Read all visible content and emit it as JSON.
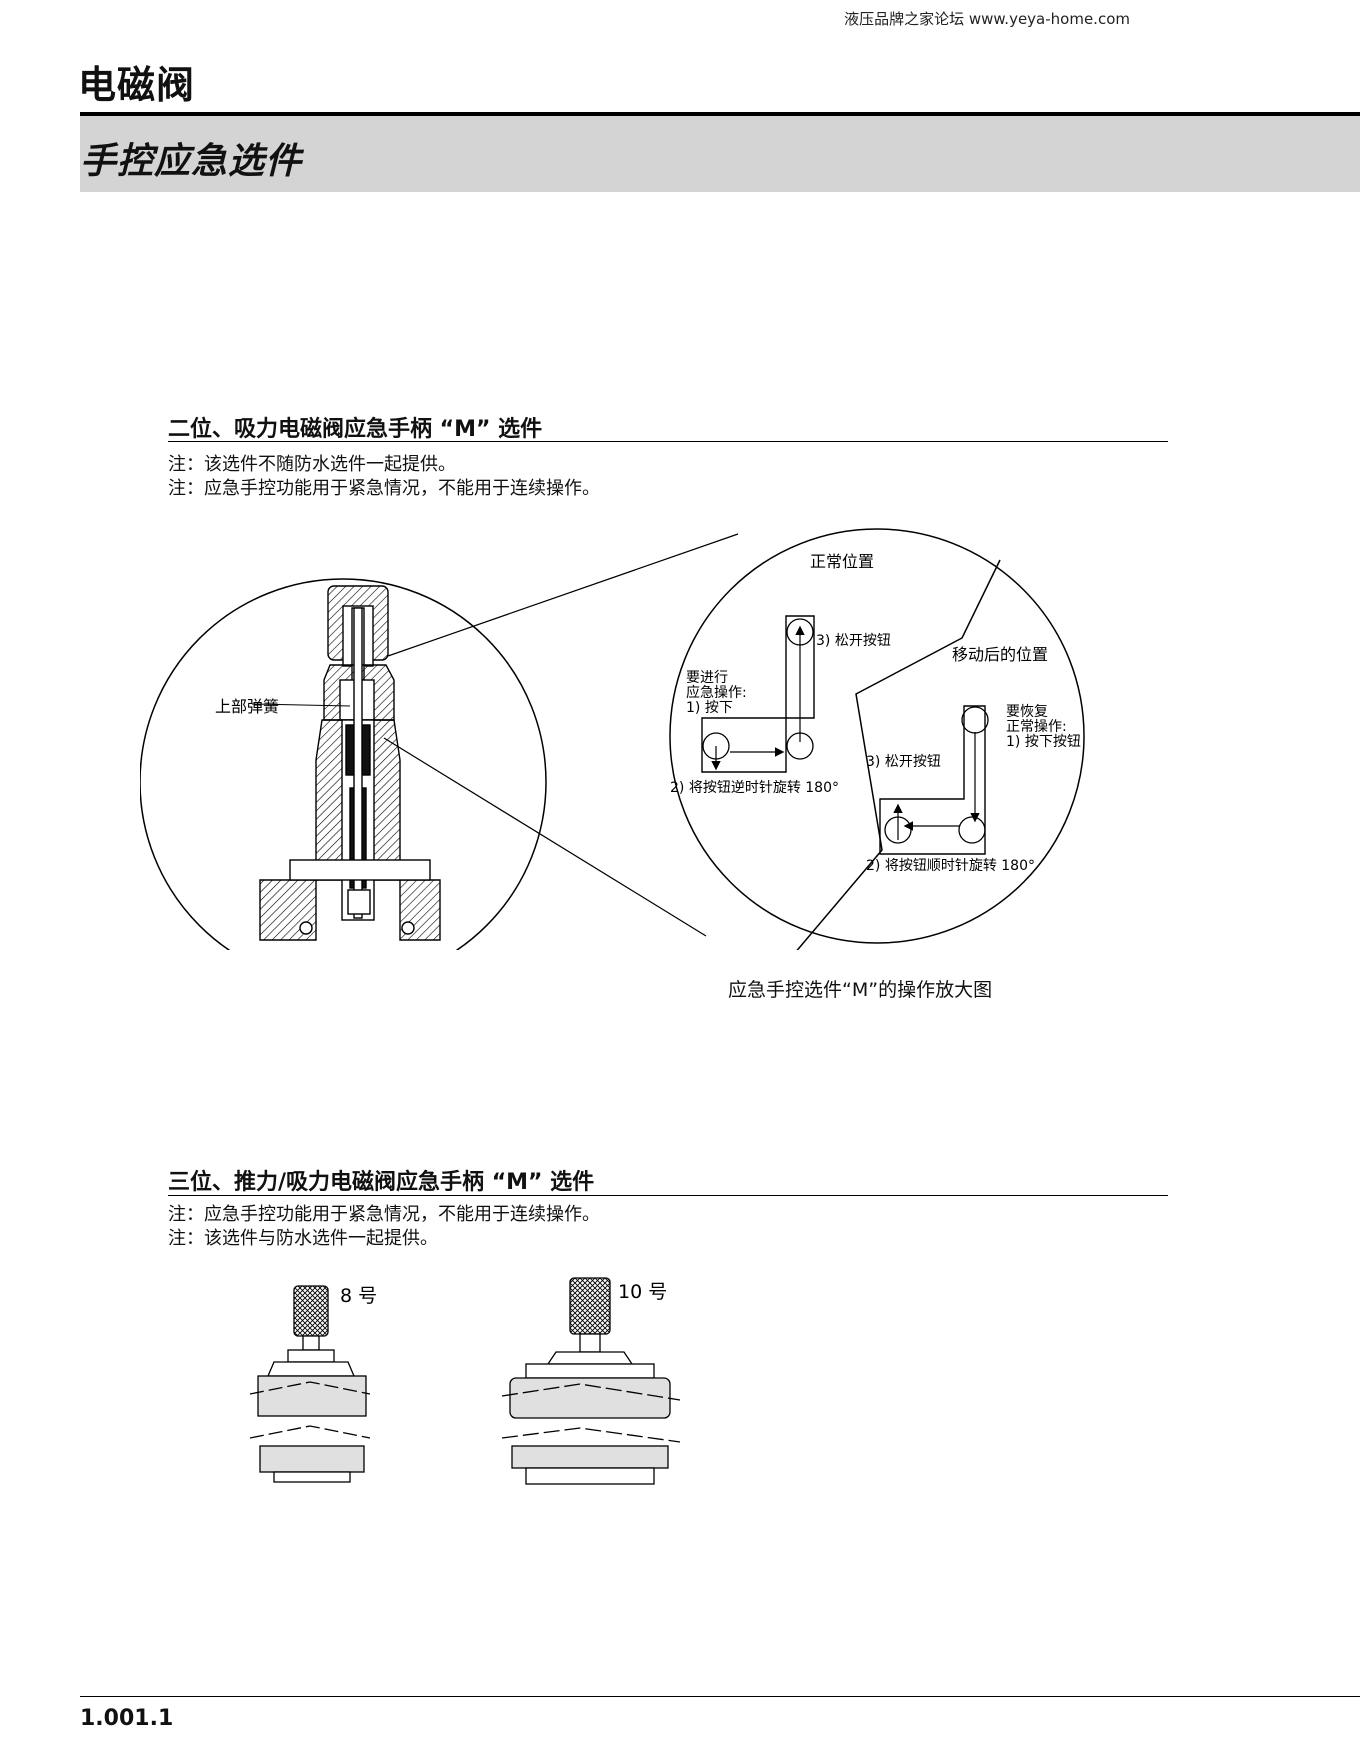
{
  "header": {
    "watermark": "液压品牌之家论坛  www.yeya-home.com",
    "title": "电磁阀",
    "section_title": "手控应急选件"
  },
  "section1": {
    "heading": "二位、吸力电磁阀应急手柄 “M” 选件",
    "notes": [
      "注：该选件不随防水选件一起提供。",
      "注：应急手控功能用于紧急情况，不能用于连续操作。"
    ],
    "diagram": {
      "spring_label": "上部弹簧",
      "normal_position": "正常位置",
      "moved_position": "移动后的位置",
      "left_step1_lines": [
        "要进行",
        "应急操作:",
        "1) 按下"
      ],
      "left_step2": "2) 将按钮逆时针旋转 180°",
      "left_step3": "3) 松开按钮",
      "right_step1_lines": [
        "要恢复",
        "正常操作:",
        "1) 按下按钮"
      ],
      "right_step2": "2) 将按钮顺时针旋转 180°",
      "right_step3": "3) 松开按钮"
    },
    "caption": "应急手控选件“M”的操作放大图"
  },
  "section2": {
    "heading": "三位、推力/吸力电磁阀应急手柄 “M” 选件",
    "notes": [
      "注：应急手控功能用于紧急情况，不能用于连续操作。",
      "注：该选件与防水选件一起提供。"
    ],
    "size_8": "8 号",
    "size_10": "10 号"
  },
  "footer": {
    "page_number": "1.001.1"
  }
}
